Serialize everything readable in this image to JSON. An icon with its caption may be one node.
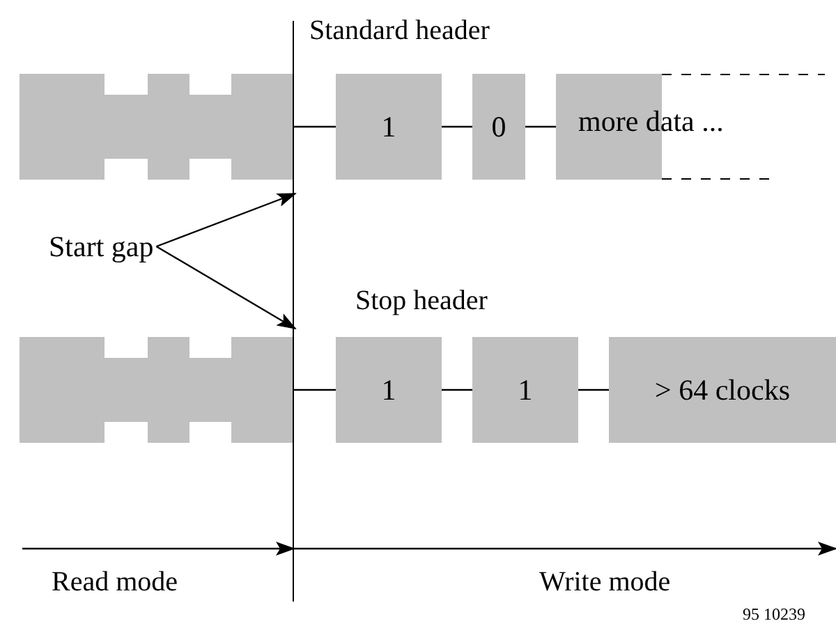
{
  "diagram": {
    "nodes": [
      {
        "text": [],
        "shape": "bar"
      },
      {
        "text": [
          "1"
        ]
      },
      {
        "text": [
          "0"
        ]
      },
      {
        "text": [
          "more data ..."
        ]
      },
      {
        "text": [],
        "shape": "bar"
      },
      {
        "text": [
          "1"
        ]
      },
      {
        "text": [
          "1"
        ]
      },
      {
        "text": [
          "> 64 clocks"
        ]
      },
      {
        "text": [
          "Start gap"
        ]
      },
      {
        "text": [],
        "shape": "line"
      }
    ],
    "edges": [
      {
        "from": 0,
        "to": 1,
        "arrow": "none"
      },
      {
        "from": 1,
        "to": 2,
        "arrow": "none"
      },
      {
        "from": 2,
        "to": 3,
        "arrow": "none"
      },
      {
        "from": 4,
        "to": 5,
        "arrow": "none"
      },
      {
        "from": 5,
        "to": 6,
        "arrow": "none"
      },
      {
        "from": 6,
        "to": 7,
        "arrow": "none"
      },
      {
        "from": 8,
        "to": 9,
        "arrow": "to"
      },
      {
        "from": 8,
        "to": 9,
        "arrow": "to"
      }
    ],
    "labels": [
      "Standard header",
      "Stop header",
      "Read mode",
      "Write mode",
      "95 10239"
    ]
  }
}
